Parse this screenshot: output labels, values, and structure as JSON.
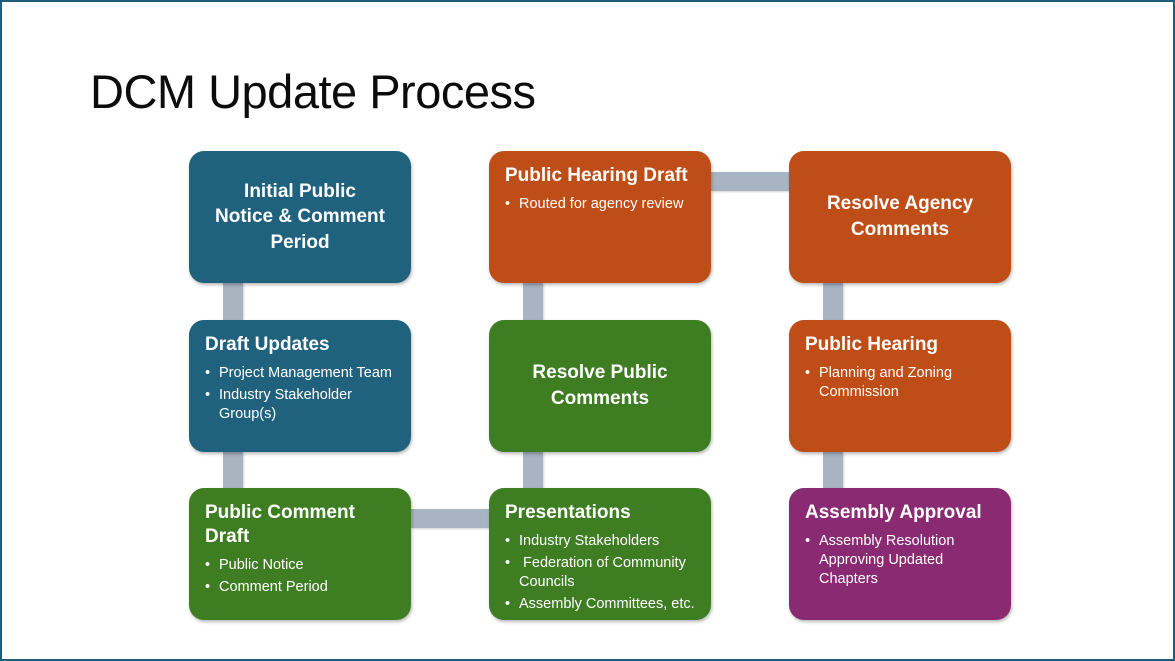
{
  "slide": {
    "title": "DCM Update Process",
    "background_color": "#FFFFFF",
    "border_color": "#1C5E7C"
  },
  "colors": {
    "blue": "#20617E",
    "green": "#3E7D22",
    "orange": "#BF4D17",
    "purple": "#8A2A73",
    "connector": "#A9B4C3",
    "node_text": "#FFFFFF",
    "title_text": "#0C0C0C"
  },
  "diagram": {
    "nodes": [
      {
        "id": "initial-public-notice",
        "col": 0,
        "row": 0,
        "color": "blue",
        "centered": true,
        "title": "Initial Public Notice & Comment Period",
        "bullets": []
      },
      {
        "id": "draft-updates",
        "col": 0,
        "row": 1,
        "color": "blue",
        "centered": false,
        "title": "Draft Updates",
        "bullets": [
          "Project Management Team",
          "Industry Stakeholder Group(s)"
        ]
      },
      {
        "id": "public-comment-draft",
        "col": 0,
        "row": 2,
        "color": "green",
        "centered": false,
        "title": "Public Comment Draft",
        "bullets": [
          "Public Notice",
          "Comment Period"
        ]
      },
      {
        "id": "public-hearing-draft",
        "col": 1,
        "row": 0,
        "color": "orange",
        "centered": false,
        "title": "Public Hearing Draft",
        "bullets": [
          "Routed for agency review"
        ]
      },
      {
        "id": "resolve-public-comments",
        "col": 1,
        "row": 1,
        "color": "green",
        "centered": true,
        "title": "Resolve Public Comments",
        "bullets": []
      },
      {
        "id": "presentations",
        "col": 1,
        "row": 2,
        "color": "green",
        "centered": false,
        "title": "Presentations",
        "bullets": [
          "Industry Stakeholders",
          " Federation of Community Councils",
          "Assembly Committees, etc."
        ]
      },
      {
        "id": "resolve-agency-comments",
        "col": 2,
        "row": 0,
        "color": "orange",
        "centered": true,
        "title": "Resolve Agency Comments",
        "bullets": []
      },
      {
        "id": "public-hearing",
        "col": 2,
        "row": 1,
        "color": "orange",
        "centered": false,
        "title": "Public Hearing",
        "bullets": [
          "Planning and Zoning Commission"
        ]
      },
      {
        "id": "assembly-approval",
        "col": 2,
        "row": 2,
        "color": "purple",
        "centered": false,
        "title": "Assembly Approval",
        "bullets": [
          "Assembly Resolution Approving Updated Chapters"
        ]
      }
    ],
    "connectors": [
      {
        "orientation": "vertical",
        "col": 0,
        "fromRow": 0,
        "toRow": 1
      },
      {
        "orientation": "vertical",
        "col": 0,
        "fromRow": 1,
        "toRow": 2
      },
      {
        "orientation": "vertical",
        "col": 1,
        "fromRow": 0,
        "toRow": 1
      },
      {
        "orientation": "vertical",
        "col": 1,
        "fromRow": 1,
        "toRow": 2
      },
      {
        "orientation": "vertical",
        "col": 2,
        "fromRow": 0,
        "toRow": 1
      },
      {
        "orientation": "vertical",
        "col": 2,
        "fromRow": 1,
        "toRow": 2
      },
      {
        "orientation": "horizontal",
        "row": 2,
        "fromCol": 0,
        "toCol": 1
      },
      {
        "orientation": "horizontal",
        "row": 0,
        "fromCol": 1,
        "toCol": 2
      }
    ]
  }
}
